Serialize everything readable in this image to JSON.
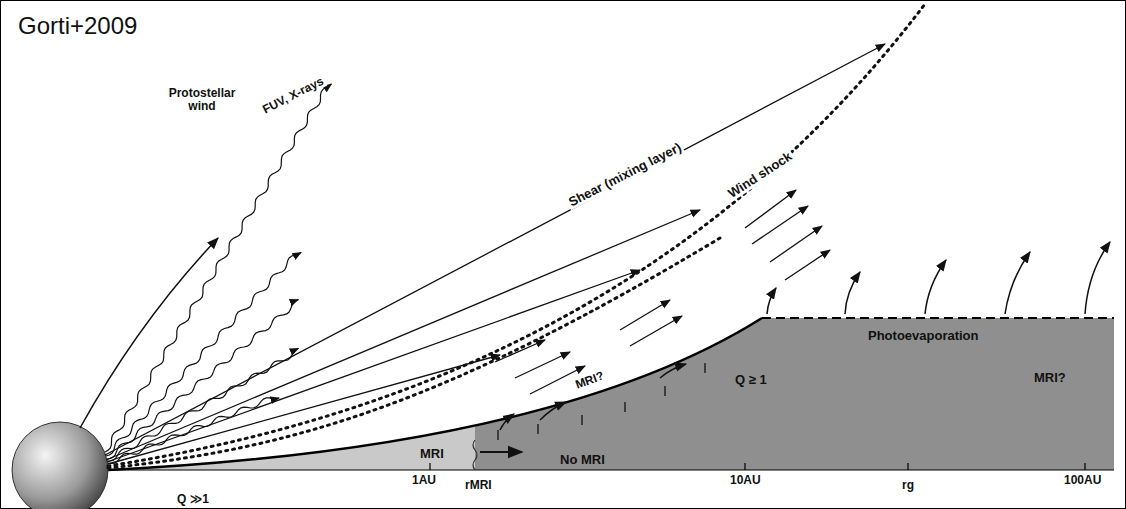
{
  "diagram": {
    "labels": [
      "Gorti+2009",
      "Protostellar wind",
      "FUV, X-rays",
      "Wind shock",
      "Shear (mixing layer)",
      "MRI?",
      "Photoevaporation",
      "Q ≥ 1",
      "MRI?",
      "MRI",
      "No MRI",
      "Q ≫1",
      "1AU",
      "rMRI",
      "10AU",
      "rg",
      "100AU"
    ]
  }
}
